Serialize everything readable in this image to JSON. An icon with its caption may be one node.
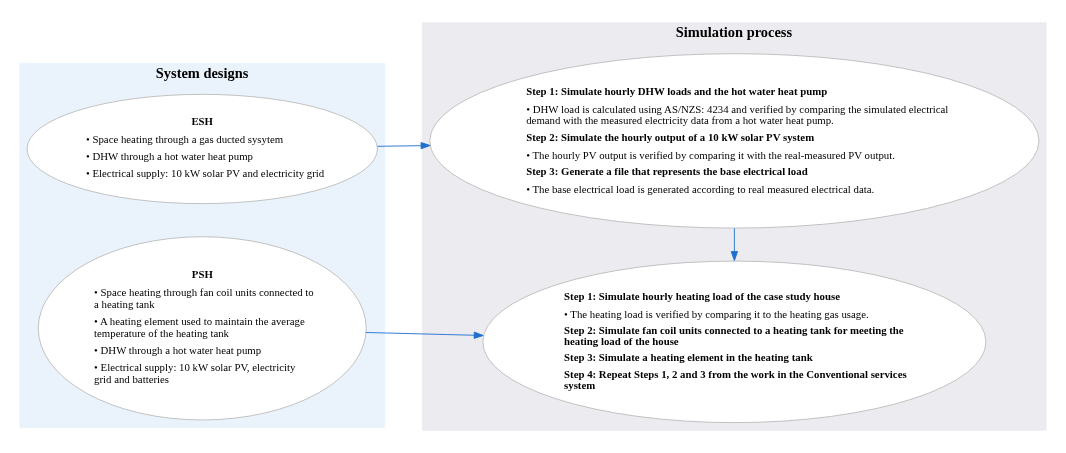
{
  "diagram": {
    "nodes": [
      {
        "text": [
          "System designs"
        ]
      },
      {
        "text": [
          "ESH",
          "• Space heating through a gas ducted sysytem",
          "• DHW through a hot water heat pump",
          "• Electrical supply: 10 kW solar PV and electricity grid"
        ],
        "in": 0
      },
      {
        "text": [
          "PSH",
          "• Space heating through fan coil units connected to a heating tank",
          "• A heating element used to maintain the average temperature of the heating tank",
          "• DHW through a hot water heat pump",
          "• Electrical supply: 10 kW solar PV, electricity grid and batteries"
        ],
        "in": 0
      },
      {
        "text": [
          "Simulation process"
        ]
      },
      {
        "text": [
          "Step 1: Simulate hourly DHW loads and the hot water heat pump",
          "• DHW load is calculated using AS/NZS: 4234 and verified by comparing the simulated electrical demand with the measured electricity data from a hot water heat pump.",
          "Step 2: Simulate the hourly output of a 10 kW solar PV system",
          "• The hourly PV output is verified by comparing it with the real-measured PV output.",
          "Step 3: Generate a file that represents the base electrical load",
          "• The base electrical load is generated according to real measured electrical data."
        ],
        "in": 3
      },
      {
        "text": [
          "Step 1: Simulate hourly heating load of the case study house",
          "• The heating load is verified by comparing it to the heating gas usage.",
          "Step 2: Simulate fan coil units connected to a heating tank for meeting the heating load of the house",
          "Step 3: Simulate a heating element in the heating tank",
          "Step 4: Repeat Steps 1, 2 and 3 from the work in the Conventional services system"
        ],
        "in": 3
      }
    ],
    "edges": [
      {
        "from": 1,
        "to": 4,
        "arrow": "to",
        "color": "#1f6fd0"
      },
      {
        "from": 4,
        "to": 5,
        "arrow": "to",
        "color": "#1f6fd0"
      },
      {
        "from": 2,
        "to": 5,
        "arrow": "to",
        "color": "#1f6fd0"
      }
    ]
  }
}
